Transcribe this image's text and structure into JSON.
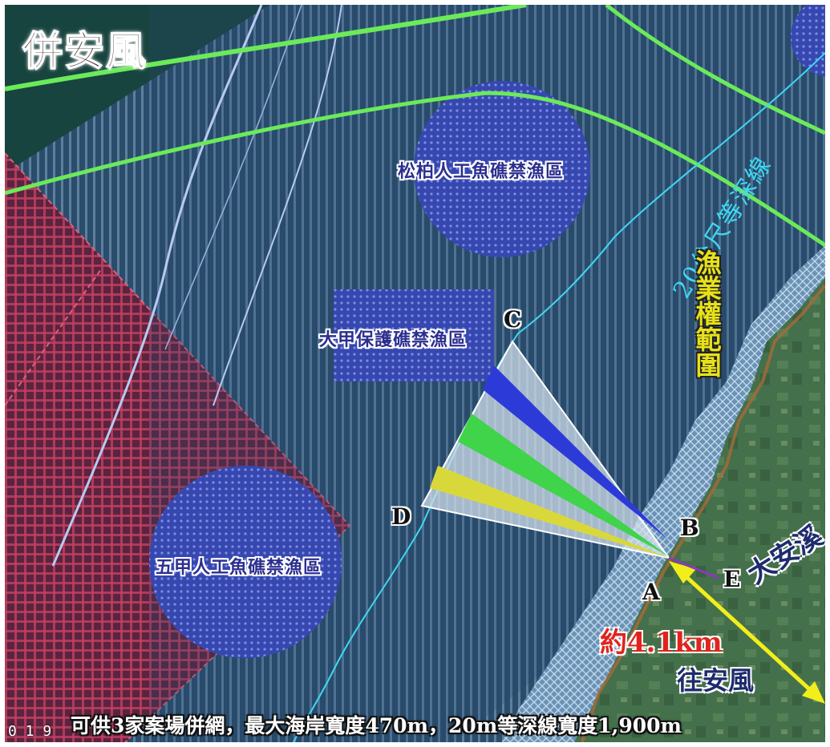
{
  "map": {
    "title": "併安風",
    "zones": {
      "songbai_reserve": "松柏人工魚礁禁漁區",
      "dajia_reserve": "大甲保護礁禁漁區",
      "wujia_reserve": "五甲人工魚礁禁漁區"
    },
    "points": {
      "a": "A",
      "b": "B",
      "c": "C",
      "d": "D",
      "e": "E"
    },
    "isobath_label": "20公尺等深線",
    "fishery_label": "漁業權範圍",
    "river_label": "大安溪",
    "toward_label": "往安風",
    "distance_label": "約4.1km",
    "caption": "可供3家案場併網，最大海岸寬度470m，20m等深線寬度1,900m",
    "scale_fragment": "0 1 9",
    "colors": {
      "sea": "#23435e",
      "land": "#3f6b4a",
      "green_cable": "#6bea5a",
      "isobath": "#3fd8f0",
      "red_zone": "#c0304a",
      "reserve": "#3a4fb8",
      "sector_blue": "#2c3ad8",
      "sector_green": "#3fd44a",
      "sector_yellow": "#d9d83a",
      "arrow": "#f2ee1c"
    }
  }
}
